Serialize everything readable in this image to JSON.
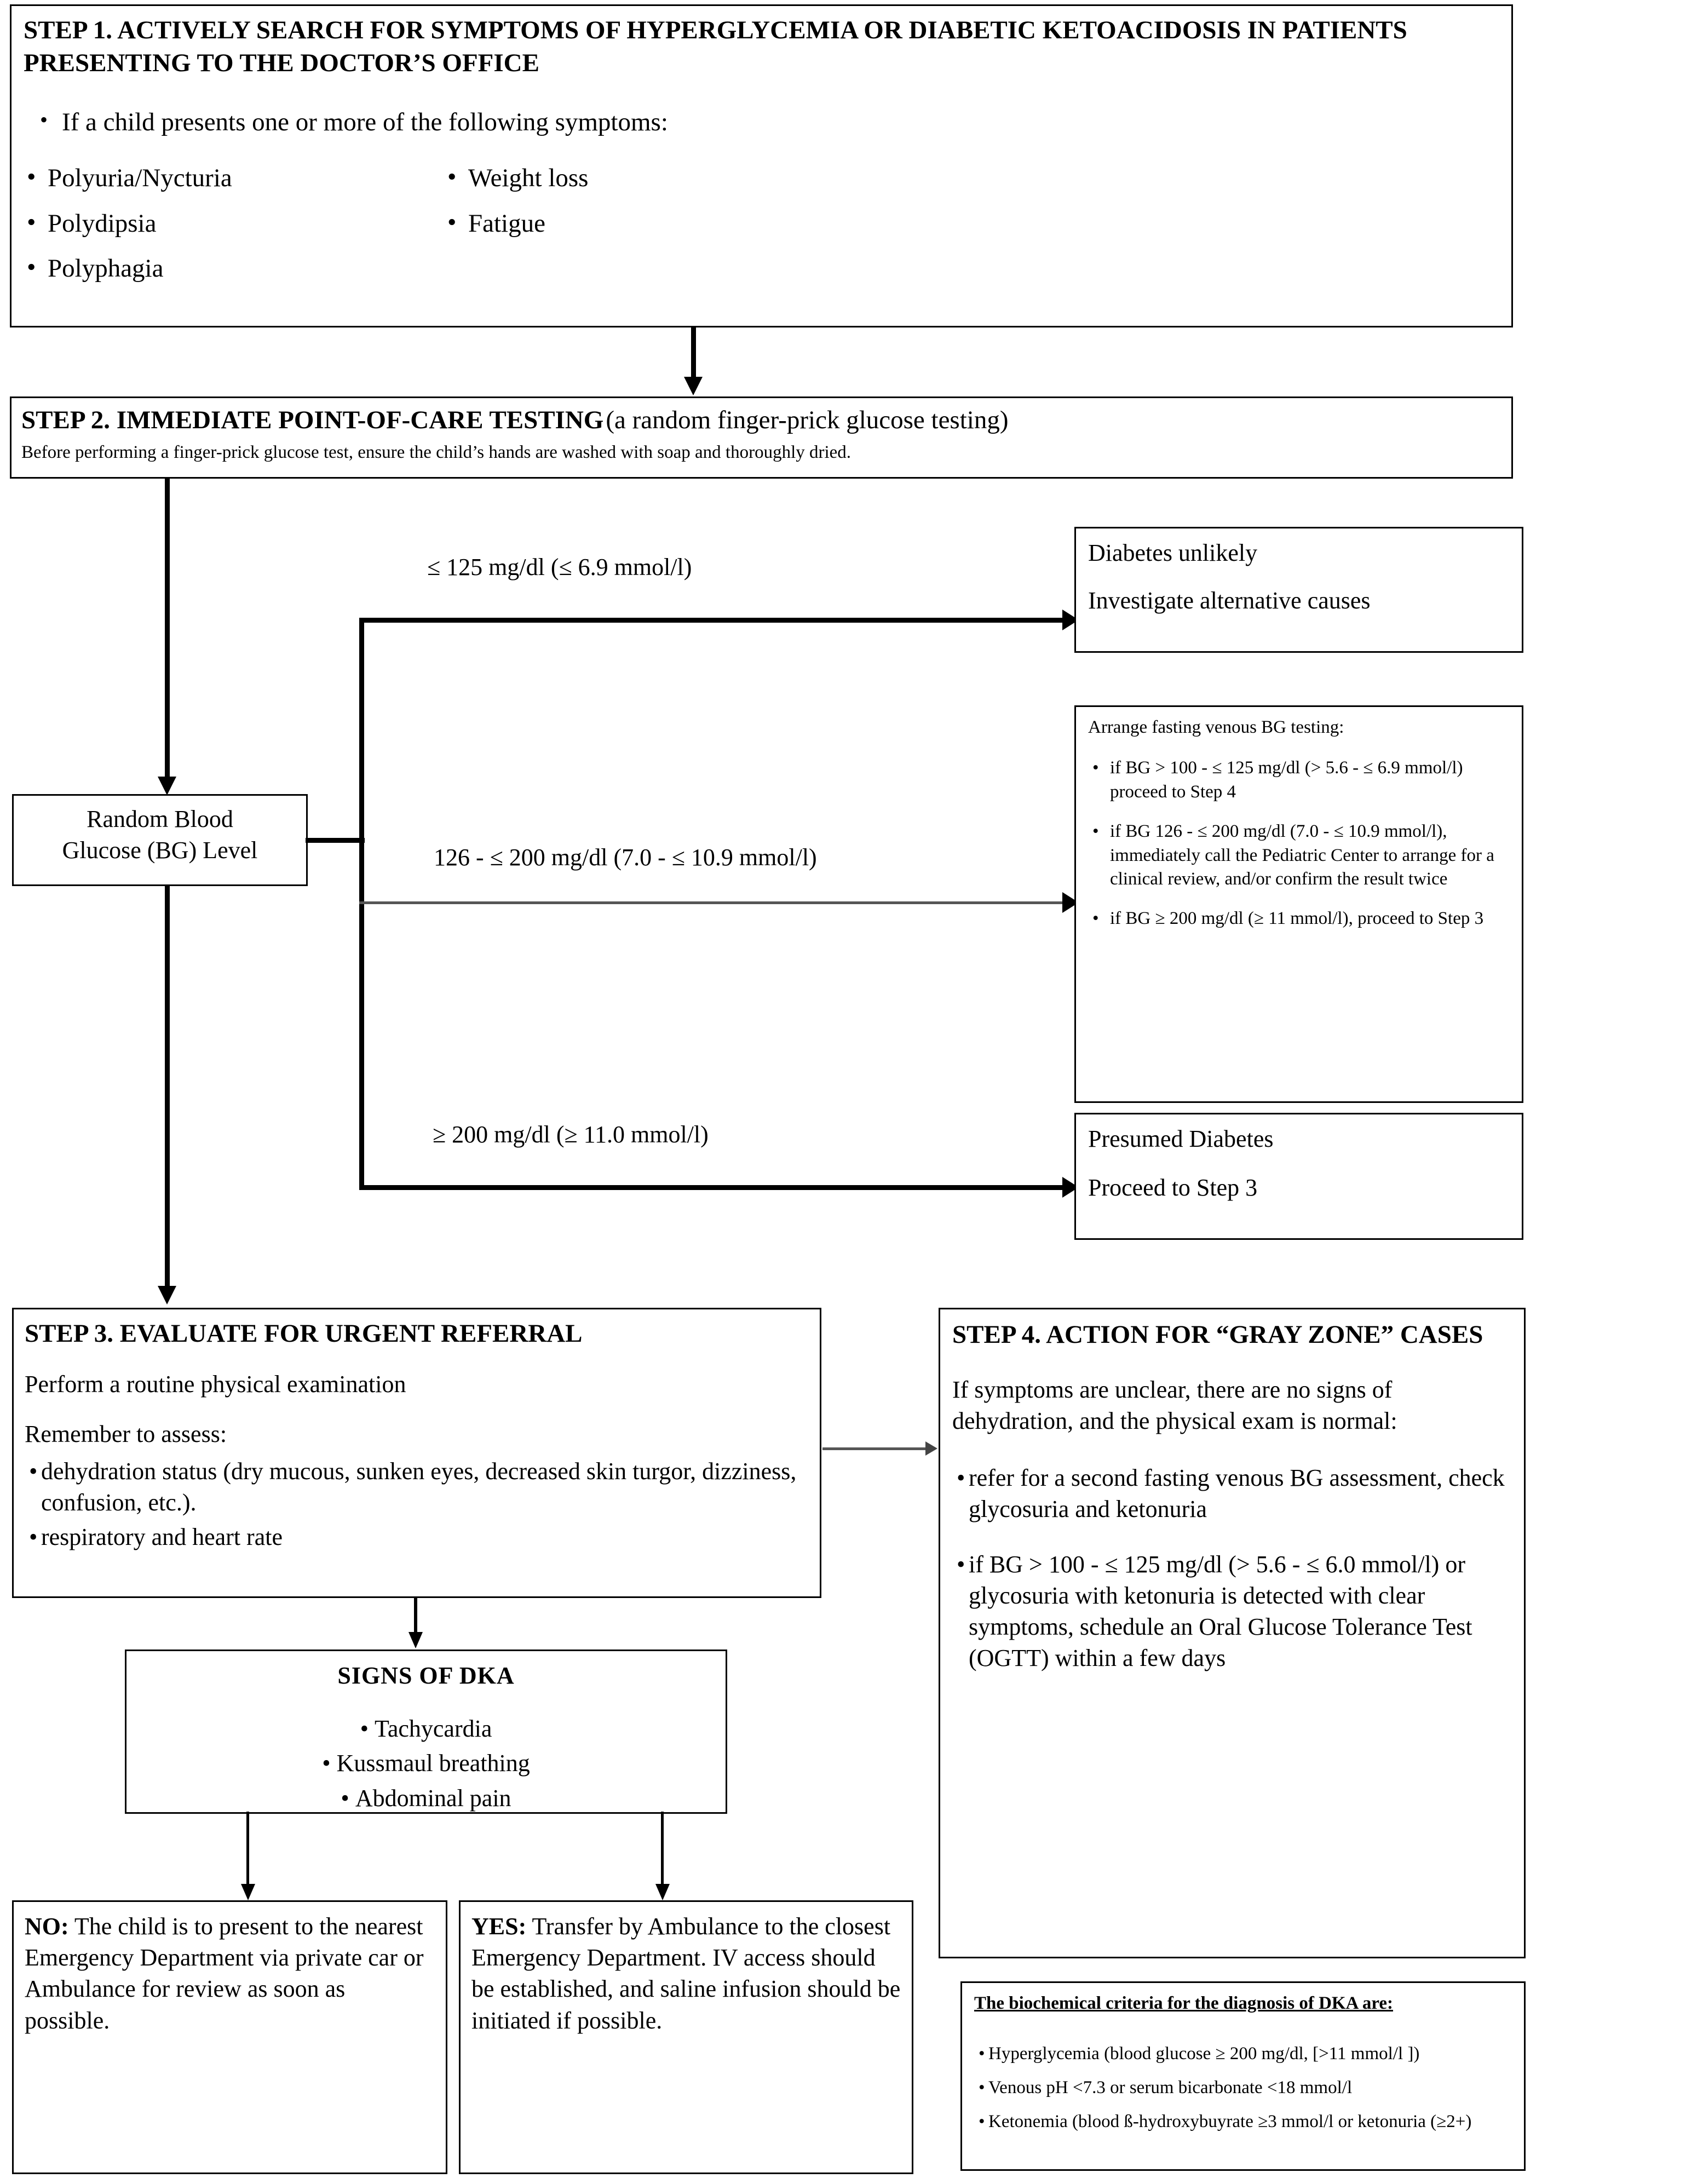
{
  "step1": {
    "title": "STEP 1. ACTIVELY SEARCH FOR SYMPTOMS OF HYPERGLYCEMIA OR DIABETIC KETOACIDOSIS IN PATIENTS PRESENTING TO THE DOCTOR’S OFFICE",
    "lead": "If a child presents one or more of the following symptoms:",
    "symptoms_left": [
      "Polyuria/Nycturia",
      "Polydipsia",
      "Polyphagia"
    ],
    "symptoms_right": [
      "Weight loss",
      "Fatigue"
    ]
  },
  "step2": {
    "title": "STEP 2. IMMEDIATE POINT-OF-CARE TESTING",
    "title_suffix": "(a random finger-prick glucose testing)",
    "note": "Before performing a finger-prick glucose test, ensure the child’s hands are washed with soap and thoroughly dried."
  },
  "decision": {
    "label_line1": "Random Blood",
    "label_line2": "Glucose (BG) Level"
  },
  "branches": {
    "low": "≤ 125 mg/dl (≤ 6.9 mmol/l)",
    "mid": "126 - ≤ 200 mg/dl (7.0  - ≤ 10.9 mmol/l)",
    "high": "≥ 200 mg/dl (≥ 11.0 mmol/l)"
  },
  "outcome_low": {
    "line1": "Diabetes unlikely",
    "line2": "Investigate alternative causes"
  },
  "outcome_mid": {
    "heading": "Arrange fasting venous BG testing:",
    "bullets": [
      "if BG > 100 - ≤ 125 mg/dl (> 5.6 - ≤ 6.9 mmol/l) proceed to Step 4",
      "if BG 126 - ≤ 200 mg/dl (7.0 - ≤ 10.9 mmol/l), immediately call the Pediatric Center to arrange for a clinical review, and/or confirm the result twice",
      "if BG ≥ 200 mg/dl (≥ 11 mmol/l), proceed to Step 3"
    ]
  },
  "outcome_high": {
    "line1": "Presumed Diabetes",
    "line2": "Proceed to Step 3"
  },
  "step3": {
    "title": "STEP 3. EVALUATE FOR URGENT REFERRAL",
    "p1": "Perform a routine physical examination",
    "p2": "Remember to assess:",
    "bullets": [
      "dehydration status (dry mucous, sunken eyes, decreased skin turgor, dizziness, confusion, etc.).",
      "respiratory and heart rate"
    ]
  },
  "dka_signs": {
    "title": "SIGNS OF DKA",
    "items": [
      "Tachycardia",
      "Kussmaul breathing",
      "Abdominal pain"
    ]
  },
  "answer_no": {
    "prefix": "NO:",
    "text": " The child is to present to the nearest Emergency Department via private car or Ambulance for review as soon as possible."
  },
  "answer_yes": {
    "prefix": "YES:",
    "text": " Transfer by Ambulance to the closest Emergency Department. IV access should be established, and saline infusion should be initiated if possible."
  },
  "step4": {
    "title": "STEP 4. ACTION FOR “GRAY ZONE” CASES",
    "p1": "If symptoms are unclear, there are no signs of dehydration, and the physical exam is normal:",
    "bullets": [
      "refer for a second fasting venous BG assessment, check glycosuria and ketonuria",
      "if BG > 100 - ≤ 125 mg/dl (> 5.6 - ≤ 6.0 mmol/l) or glycosuria with ketonuria is detected with clear symptoms, schedule an Oral Glucose Tolerance Test (OGTT) within a few days"
    ]
  },
  "dka_criteria": {
    "title": "The biochemical criteria for the diagnosis of DKA are:",
    "items": [
      "Hyperglycemia (blood glucose ≥ 200 mg/dl, [>11 mmol/l ])",
      "Venous pH <7.3 or serum bicarbonate <18 mmol/l",
      "Ketonemia (blood ß-hydroxybuyrate ≥3 mmol/l or ketonuria (≥2+)"
    ]
  },
  "colors": {
    "line": "#000000",
    "thin_line": "#555555",
    "background": "#ffffff"
  }
}
